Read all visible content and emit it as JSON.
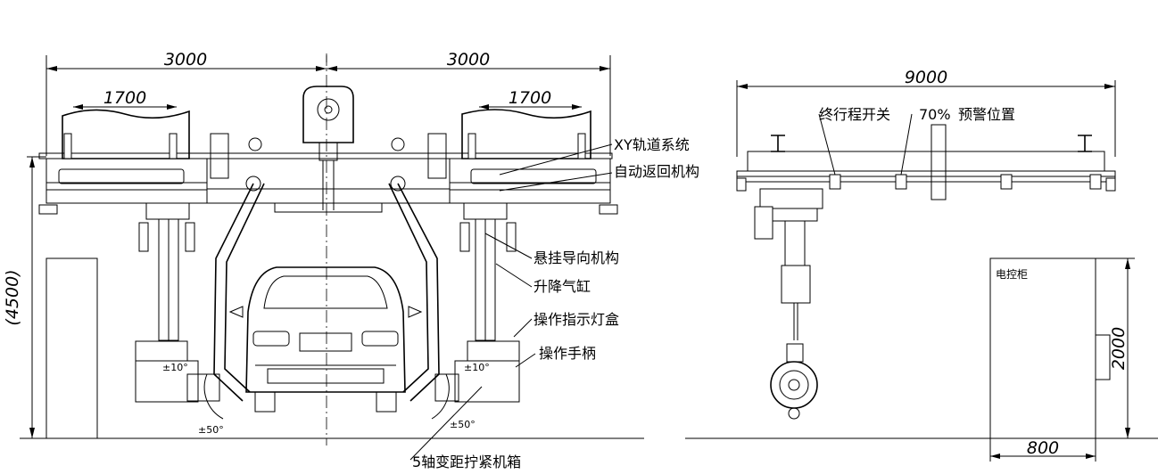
{
  "front_view": {
    "dimensions": {
      "left_span": "3000",
      "right_span": "3000",
      "left_trolley": "1700",
      "right_trolley": "1700",
      "height": "(4500)"
    },
    "angles": {
      "left_tool_tilt": "±10°",
      "right_tool_tilt": "±10°",
      "left_swing": "±50°",
      "right_swing": "±50°"
    },
    "callouts": {
      "xy_rail": "XY轨道系统",
      "auto_return": "自动返回机构",
      "suspension_guide": "悬挂导向机构",
      "lift_cylinder": "升降气缸",
      "indicator_box": "操作指示灯盒",
      "handle": "操作手柄",
      "tightening_box": "5轴变距拧紧机箱"
    }
  },
  "side_view": {
    "dimensions": {
      "span": "9000",
      "cabinet_height": "2000",
      "cabinet_width": "800"
    },
    "callouts": {
      "end_switch": "终行程开关",
      "warning_percent": "70%",
      "warning_text": "预警位置",
      "cabinet": "电控柜"
    }
  }
}
